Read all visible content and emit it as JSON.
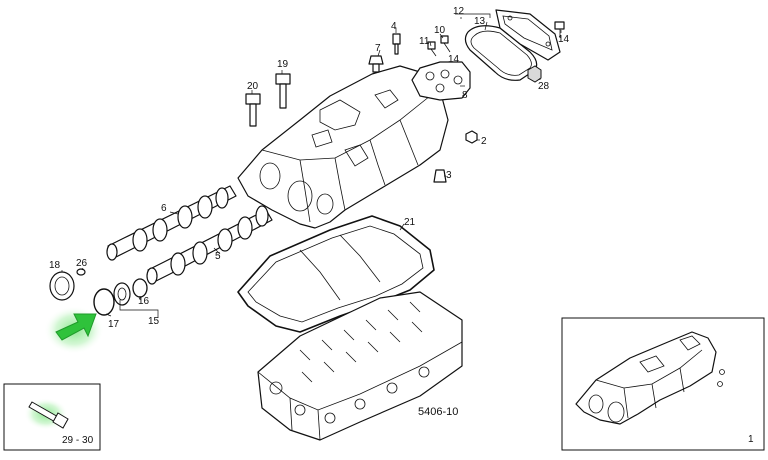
{
  "drawing_code": "5406-10",
  "callouts": {
    "c1": "1",
    "c2": "2",
    "c3": "3",
    "c4": "4",
    "c5": "5",
    "c6": "6",
    "c7": "7",
    "c8": "8",
    "c10": "10",
    "c11": "11",
    "c12": "12",
    "c13": "13",
    "c14": "14",
    "c15": "15",
    "c16": "16",
    "c17": "17",
    "c18": "18",
    "c19": "19",
    "c20": "20",
    "c21": "21",
    "c26": "26",
    "c28": "28"
  },
  "inset_bolt_label": "29 - 30",
  "highlight_color": "#2fc23b",
  "icons": [
    "pointer-arrow-icon",
    "bolt-icon"
  ]
}
